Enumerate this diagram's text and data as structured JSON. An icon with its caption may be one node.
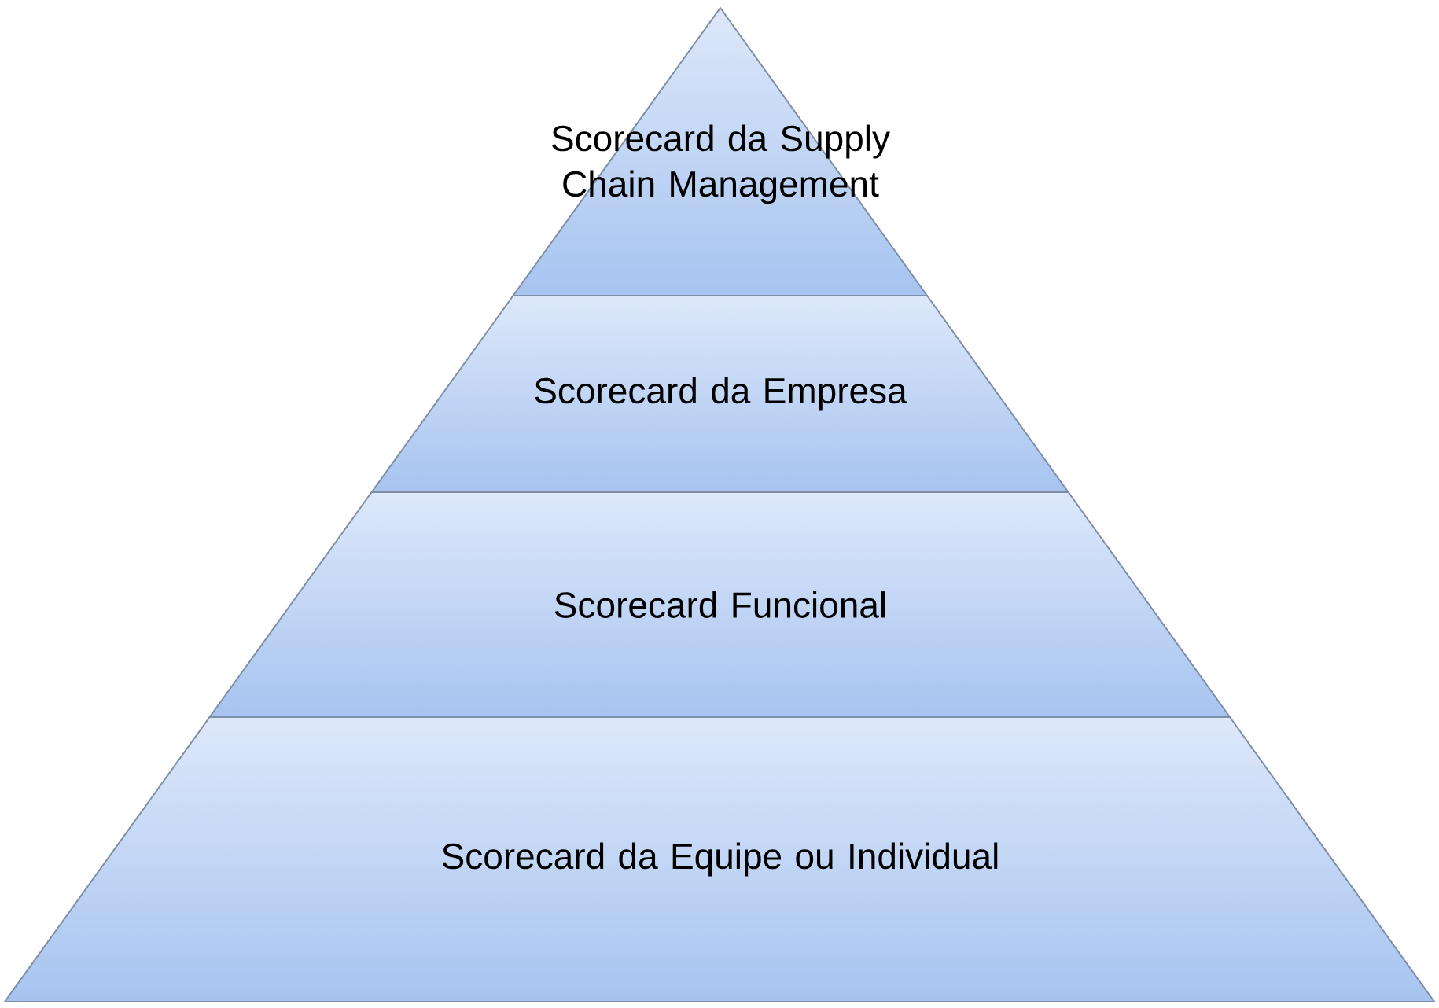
{
  "diagram": {
    "nodes": [
      {
        "text": [
          "Scorecard da Supply Chain Management"
        ]
      },
      {
        "text": [
          "Scorecard da Empresa"
        ]
      },
      {
        "text": [
          "Scorecard Funcional"
        ]
      },
      {
        "text": [
          "Scorecard da Equipe ou Individual"
        ]
      }
    ]
  }
}
